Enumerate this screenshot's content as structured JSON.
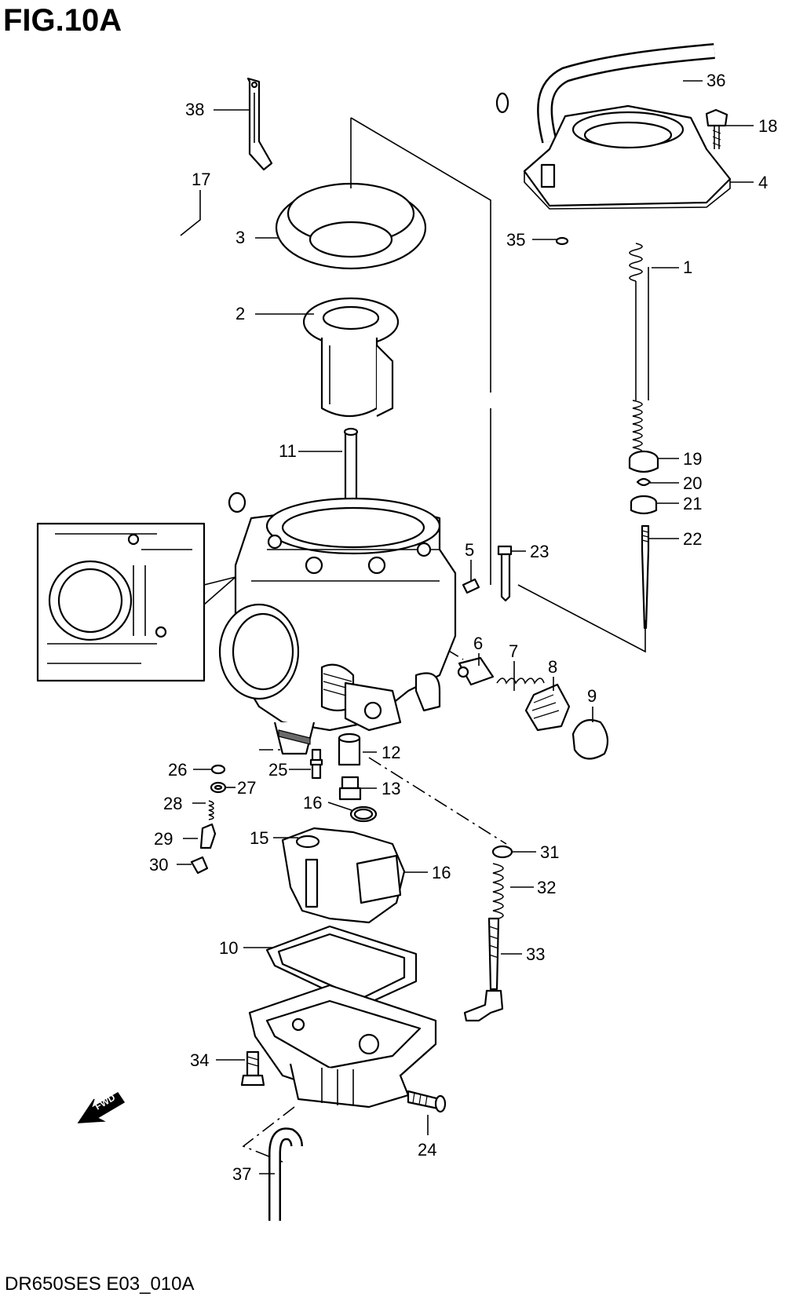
{
  "title": "FIG.10A",
  "footer_code": "DR650SES E03_010A",
  "fwd_label": "FWD",
  "callouts": [
    {
      "id": "c1",
      "label": "1"
    },
    {
      "id": "c2",
      "label": "2"
    },
    {
      "id": "c3",
      "label": "3"
    },
    {
      "id": "c4",
      "label": "4"
    },
    {
      "id": "c5",
      "label": "5"
    },
    {
      "id": "c6",
      "label": "6"
    },
    {
      "id": "c7",
      "label": "7"
    },
    {
      "id": "c8",
      "label": "8"
    },
    {
      "id": "c9",
      "label": "9"
    },
    {
      "id": "c10",
      "label": "10"
    },
    {
      "id": "c11",
      "label": "11"
    },
    {
      "id": "c12",
      "label": "12"
    },
    {
      "id": "c13",
      "label": "13"
    },
    {
      "id": "c15",
      "label": "15"
    },
    {
      "id": "c16a",
      "label": "16"
    },
    {
      "id": "c16b",
      "label": "16"
    },
    {
      "id": "c17",
      "label": "17"
    },
    {
      "id": "c18",
      "label": "18"
    },
    {
      "id": "c19",
      "label": "19"
    },
    {
      "id": "c20",
      "label": "20"
    },
    {
      "id": "c21",
      "label": "21"
    },
    {
      "id": "c22",
      "label": "22"
    },
    {
      "id": "c23",
      "label": "23"
    },
    {
      "id": "c24",
      "label": "24"
    },
    {
      "id": "c25",
      "label": "25"
    },
    {
      "id": "c26",
      "label": "26"
    },
    {
      "id": "c27",
      "label": "27"
    },
    {
      "id": "c28",
      "label": "28"
    },
    {
      "id": "c29",
      "label": "29"
    },
    {
      "id": "c30",
      "label": "30"
    },
    {
      "id": "c31",
      "label": "31"
    },
    {
      "id": "c32",
      "label": "32"
    },
    {
      "id": "c33",
      "label": "33"
    },
    {
      "id": "c34",
      "label": "34"
    },
    {
      "id": "c35",
      "label": "35"
    },
    {
      "id": "c36",
      "label": "36"
    },
    {
      "id": "c37",
      "label": "37"
    },
    {
      "id": "c38",
      "label": "38"
    }
  ]
}
